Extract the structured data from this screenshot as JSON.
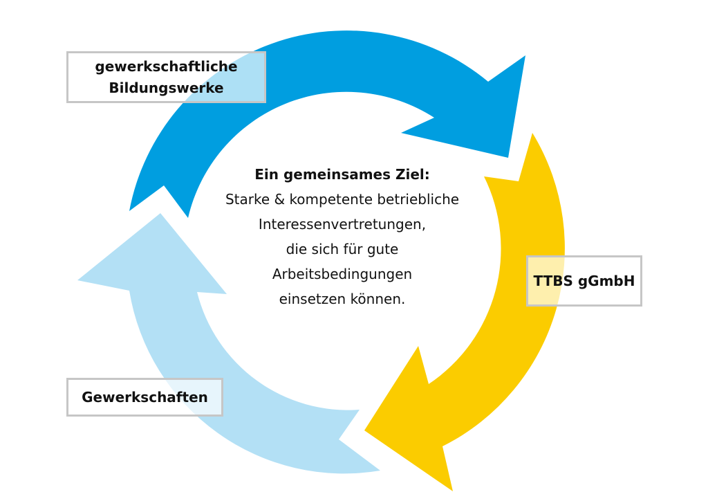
{
  "colors": {
    "blue": "#009ee0",
    "light_blue": "#b3e0f5",
    "yellow": "#fbcc00",
    "box_border": "#c6c6c6"
  },
  "labels": {
    "bildungswerke": [
      "gewerkschaftliche",
      "Bildungswerke"
    ],
    "ttbs": "TTBS gGmbH",
    "gewerkschaften": "Gewerkschaften"
  },
  "center": {
    "title": "Ein gemeinsames Ziel:",
    "lines": [
      "Starke & kompetente betriebliche",
      "Interessenvertretungen,",
      "die sich für gute",
      "Arbeitsbedingungen",
      "einsetzen können."
    ]
  }
}
